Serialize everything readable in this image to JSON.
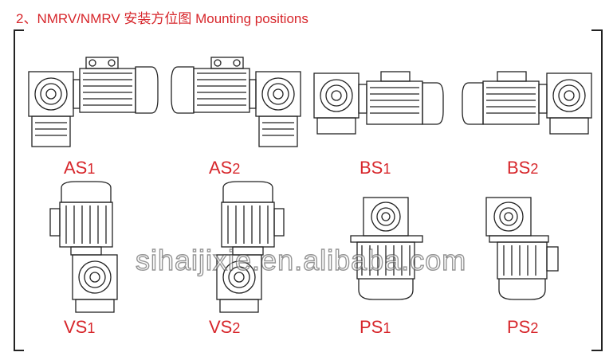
{
  "header": {
    "title": "2、NMRV/NMRV 安装方位图  Mounting positions"
  },
  "positions": [
    {
      "code": "AS",
      "num": "1"
    },
    {
      "code": "AS",
      "num": "2"
    },
    {
      "code": "BS",
      "num": "1"
    },
    {
      "code": "BS",
      "num": "2"
    },
    {
      "code": "VS",
      "num": "1"
    },
    {
      "code": "VS",
      "num": "2"
    },
    {
      "code": "PS",
      "num": "1"
    },
    {
      "code": "PS",
      "num": "2"
    }
  ],
  "watermark": "sihaijixie.en.alibaba.com",
  "colors": {
    "accent": "#d7262b",
    "line": "#222222"
  }
}
